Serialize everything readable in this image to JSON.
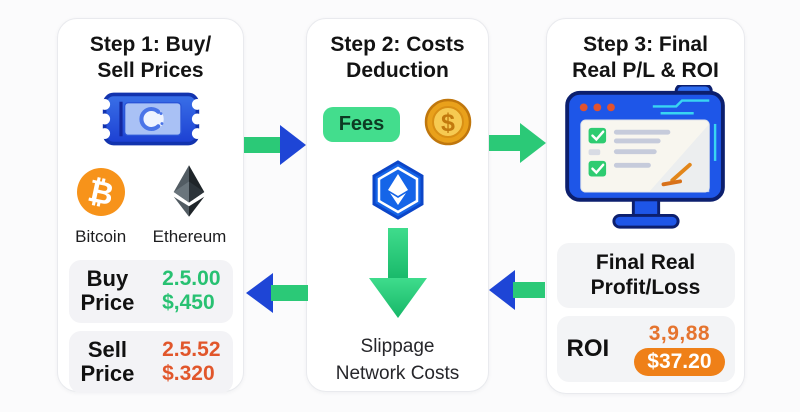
{
  "step1": {
    "title": [
      "Step 1: Buy/",
      "Sell Prices"
    ],
    "assets": [
      {
        "name": "Bitcoin"
      },
      {
        "name": "Ethereum"
      }
    ],
    "price_rows": [
      {
        "label": [
          "Buy",
          "Price"
        ],
        "value": [
          "2.5.00",
          "$,450"
        ],
        "value_color": "#28c172"
      },
      {
        "label": [
          "Sell",
          "Price"
        ],
        "value": [
          "2.5.52",
          "$.320"
        ],
        "value_color": "#e1562b"
      }
    ]
  },
  "step2": {
    "title": [
      "Step 2: Costs",
      "Deduction"
    ],
    "fees_badge": "Fees",
    "costs": [
      "Slippage",
      "Network Costs"
    ]
  },
  "step3": {
    "title": [
      "Step 3: Final",
      "Real P/L & ROI"
    ],
    "result_box": [
      "Final Real",
      "Profit/Loss"
    ],
    "roi": {
      "label": "ROI",
      "value_top": "3,9,88",
      "value_badge": "$37.20"
    }
  },
  "icons": {
    "ticket-icon": "blue-crypto-price-ticket",
    "bitcoin-icon": "₿",
    "ethereum-icon": "eth-diamond",
    "dollar-coin-icon": "$",
    "eth-hexagon-icon": "eth-in-hexagon",
    "monitor-icon": "checklist-computer-monitor",
    "down-arrow-icon": "↓",
    "right-arrow-icon": "→",
    "left-arrow-icon": "←"
  },
  "colors": {
    "arrow_green": "#2bc977",
    "arrow_blue": "#1e45d6",
    "buy_value_green": "#28c172",
    "sell_value_orange": "#e1562b",
    "roi_value_orange": "#e5742f",
    "roi_badge_bg": "#ef8018",
    "fees_badge_bg": "#43dd8d",
    "bitcoin_orange": "#f7931a",
    "coin_gold": "#f2b33a",
    "hexagon_blue": "#1565e8",
    "monitor_blue": "#1e56e8",
    "panel_border": "#e9eaee",
    "row_box_bg": "#f3f3f6"
  }
}
